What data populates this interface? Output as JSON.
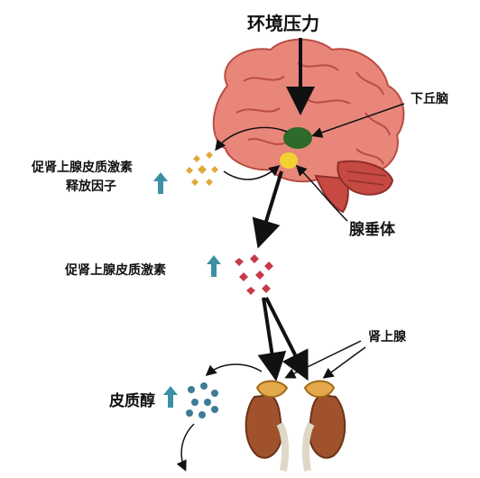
{
  "title": "环境压力",
  "labels": {
    "hypothalamus": "下丘脑",
    "crh_line1": "促肾上腺皮质激素",
    "crh_line2": "释放因子",
    "pituitary": "腺垂体",
    "acth": "促肾上腺皮质激素",
    "adrenal": "肾上腺",
    "cortisol": "皮质醇"
  },
  "colors": {
    "brain": "#e8867a",
    "cerebellum": "#c64a42",
    "hypothalamus": "#2e6b2a",
    "pituitary": "#f2d230",
    "crh_molecule": "#e0a93a",
    "acth_molecule": "#c63a48",
    "cortisol_molecule": "#3d7b96",
    "up_arrow": "#3d8fa4",
    "kidney": "#a0522d",
    "adrenal_gland": "#e4a94a"
  }
}
